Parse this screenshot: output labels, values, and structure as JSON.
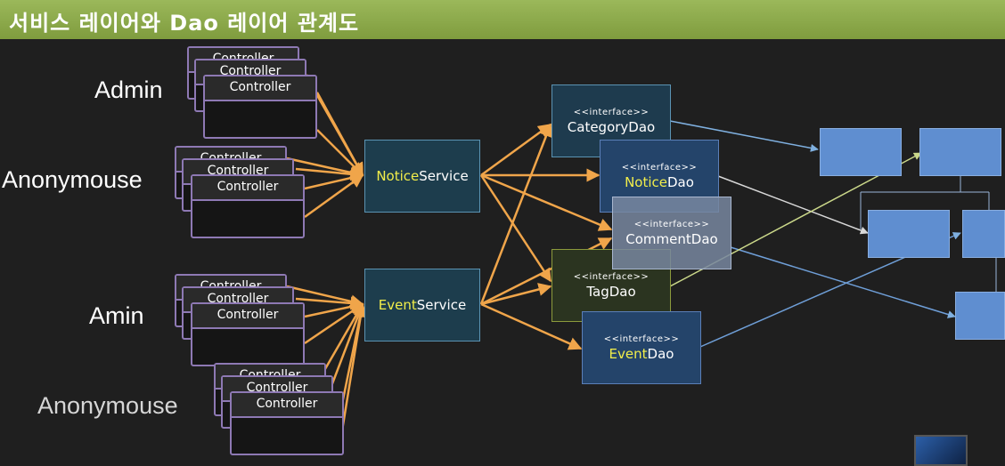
{
  "slide": {
    "title": "서비스 레이어와 Dao 레이어 관계도"
  },
  "actors": {
    "admin": "Admin",
    "anon1": "Anonymouse",
    "amin": "Amin",
    "anon2": "Anonymouse"
  },
  "controller_label": "Controller",
  "services": {
    "notice": {
      "highlight": "Notice",
      "rest": "Service"
    },
    "event": {
      "highlight": "Event",
      "rest": "Service"
    }
  },
  "stereotype": "<<interface>>",
  "daos": {
    "category": {
      "highlight": "",
      "rest": "CategoryDao"
    },
    "notice": {
      "highlight": "Notice",
      "rest": "Dao"
    },
    "comment": {
      "highlight": "",
      "rest": "CommentDao"
    },
    "tag": {
      "highlight": "",
      "rest": "TagDao"
    },
    "event": {
      "highlight": "Event",
      "rest": "Dao"
    }
  },
  "colors": {
    "title_bar": "#8fad4d",
    "controller_border": "#8e79b4",
    "arrow": "#f0a54a",
    "service_fill": "#1d3d4d",
    "highlight_text": "#f2ee4a",
    "table_fill": "#5f8ed0"
  }
}
